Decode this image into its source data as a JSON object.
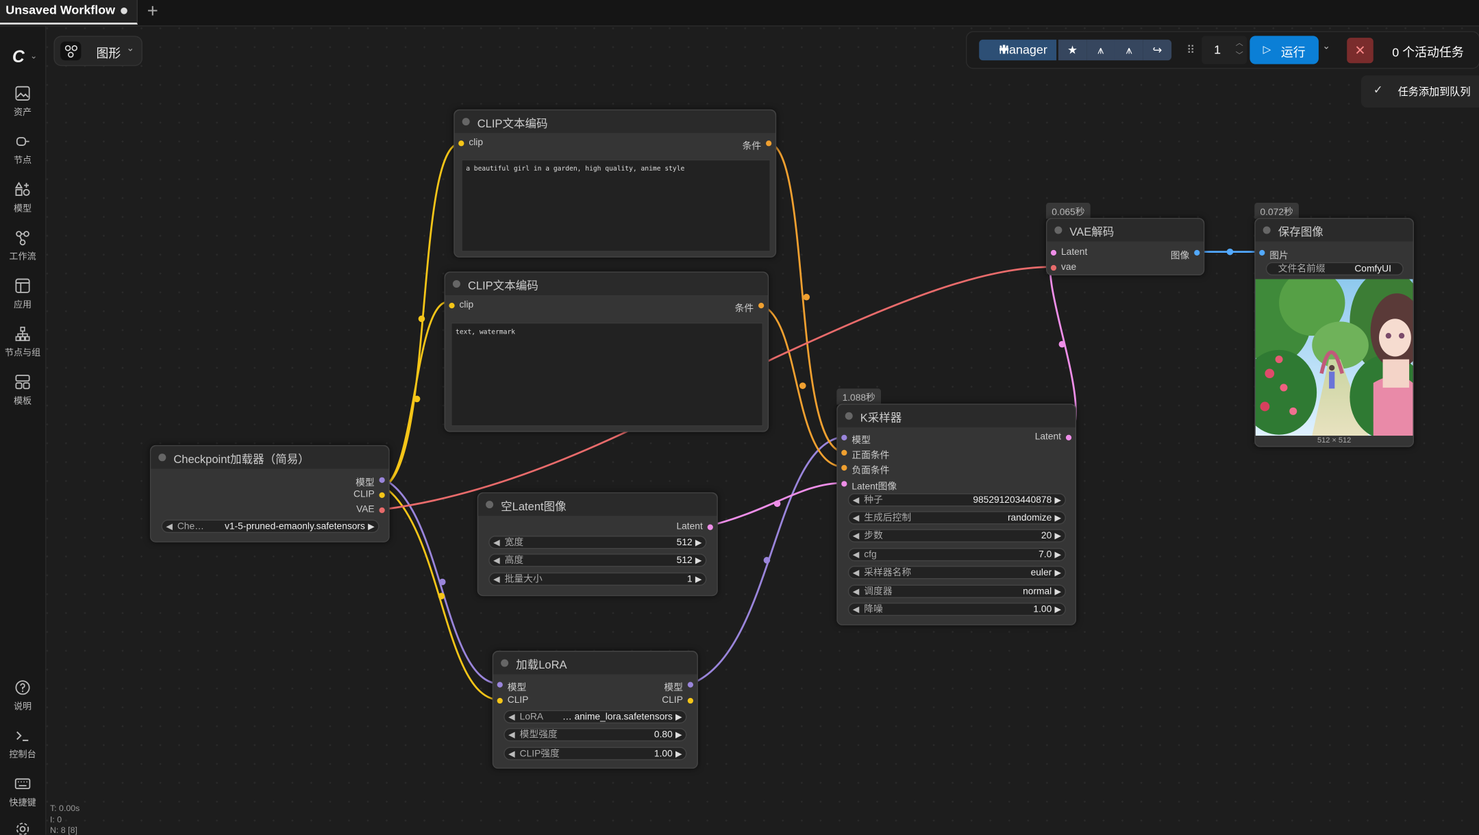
{
  "tab": {
    "title": "Unsaved Workflow"
  },
  "sidebar": {
    "items": [
      {
        "label": "资产",
        "icon": "images-icon"
      },
      {
        "label": "节点",
        "icon": "node-icon"
      },
      {
        "label": "模型",
        "icon": "model-icon"
      },
      {
        "label": "工作流",
        "icon": "workflow-icon"
      },
      {
        "label": "应用",
        "icon": "app-icon"
      },
      {
        "label": "节点与组",
        "icon": "hierarchy-icon"
      },
      {
        "label": "模板",
        "icon": "template-icon"
      }
    ],
    "bottom": [
      {
        "label": "说明"
      },
      {
        "label": "控制台"
      },
      {
        "label": "快捷键"
      }
    ]
  },
  "status": {
    "t": "T: 0.00s",
    "i": "I: 0",
    "n": "N: 8 [8]"
  },
  "graph_mode": {
    "label": "图形"
  },
  "toolbar": {
    "manager": "Manager",
    "queue_count": "1",
    "run": "运行",
    "tasks": "0 个活动任务"
  },
  "toast": {
    "text": "任务添加到队列"
  },
  "nodes": {
    "clip1": {
      "title": "CLIP文本编码",
      "in": "clip",
      "out": "条件",
      "text": "a beautiful girl in a garden, high quality, anime style"
    },
    "clip2": {
      "title": "CLIP文本编码",
      "in": "clip",
      "out": "条件",
      "text": "text, watermark"
    },
    "ckpt": {
      "title": "Checkpoint加载器（简易）",
      "out_model": "模型",
      "out_clip": "CLIP",
      "out_vae": "VAE",
      "w_label": "Che…",
      "w_value": "v1-5-pruned-emaonly.safetensors"
    },
    "latent": {
      "title": "空Latent图像",
      "out": "Latent",
      "w": [
        {
          "label": "宽度",
          "value": "512"
        },
        {
          "label": "高度",
          "value": "512"
        },
        {
          "label": "批量大小",
          "value": "1"
        }
      ]
    },
    "lora": {
      "title": "加载LoRA",
      "in_model": "模型",
      "in_clip": "CLIP",
      "out_model": "模型",
      "out_clip": "CLIP",
      "w": [
        {
          "label": "LoRA",
          "value": "… anime_lora.safetensors"
        },
        {
          "label": "模型强度",
          "value": "0.80"
        },
        {
          "label": "CLIP强度",
          "value": "1.00"
        }
      ]
    },
    "ksampler": {
      "title": "K采样器",
      "time": "1.088秒",
      "in": [
        "模型",
        "正面条件",
        "负面条件",
        "Latent图像"
      ],
      "out": "Latent",
      "w": [
        {
          "label": "种子",
          "value": "985291203440878"
        },
        {
          "label": "生成后控制",
          "value": "randomize"
        },
        {
          "label": "步数",
          "value": "20"
        },
        {
          "label": "cfg",
          "value": "7.0"
        },
        {
          "label": "采样器名称",
          "value": "euler"
        },
        {
          "label": "调度器",
          "value": "normal"
        },
        {
          "label": "降噪",
          "value": "1.00"
        }
      ]
    },
    "vae": {
      "title": "VAE解码",
      "time": "0.065秒",
      "in_latent": "Latent",
      "in_vae": "vae",
      "out": "图像"
    },
    "save": {
      "title": "保存图像",
      "time": "0.072秒",
      "in": "图片",
      "w_label": "文件名前缀",
      "w_value": "ComfyUI",
      "dims": "512 × 512"
    }
  }
}
